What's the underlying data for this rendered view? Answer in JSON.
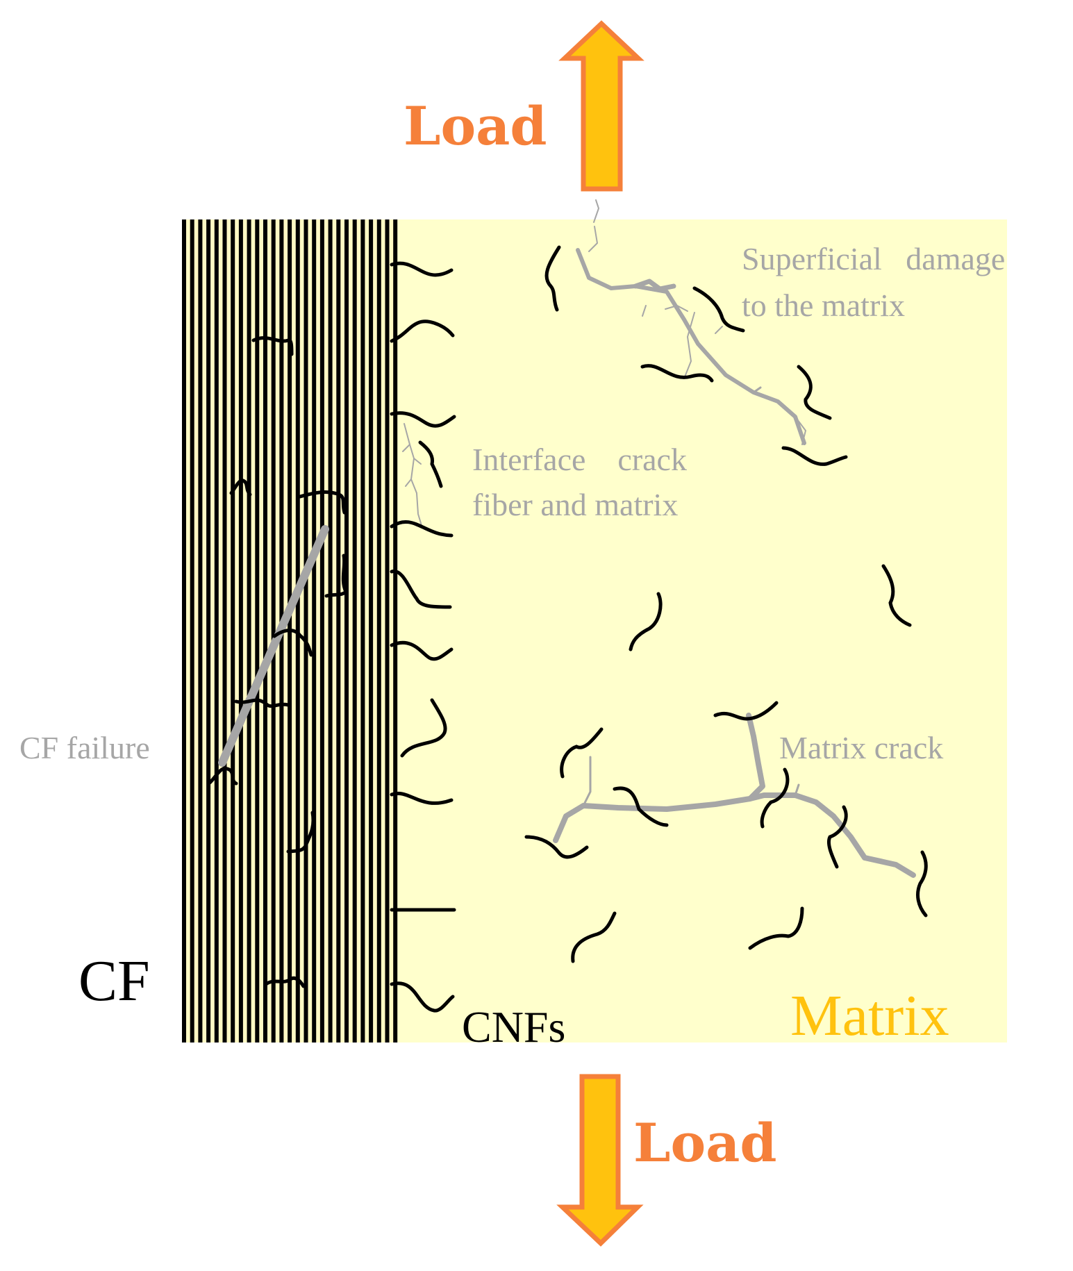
{
  "labels": {
    "load_top": "Load",
    "load_bottom": "Load",
    "superficial_line1": "Superficial   damage",
    "superficial_line2": "to the matrix",
    "interface_line1": "Interface    crack",
    "interface_line2": "fiber and matrix",
    "cf_failure": "CF failure",
    "matrix_crack": "Matrix crack",
    "cf": "CF",
    "cnfs": "CNFs",
    "matrix": "Matrix"
  },
  "colors": {
    "load_text": "#f5803a",
    "arrow_fill": "#ffc20e",
    "arrow_stroke": "#f5803a",
    "matrix_background": "#ffffcc",
    "matrix_text": "#ffc20e",
    "fiber_line": "#000000",
    "crack": "#a6a6a6",
    "annotation_text": "#a6a6a6",
    "cnf": "#000000"
  },
  "icons": {
    "top_arrow": "arrow-up-icon",
    "bottom_arrow": "arrow-down-icon"
  }
}
